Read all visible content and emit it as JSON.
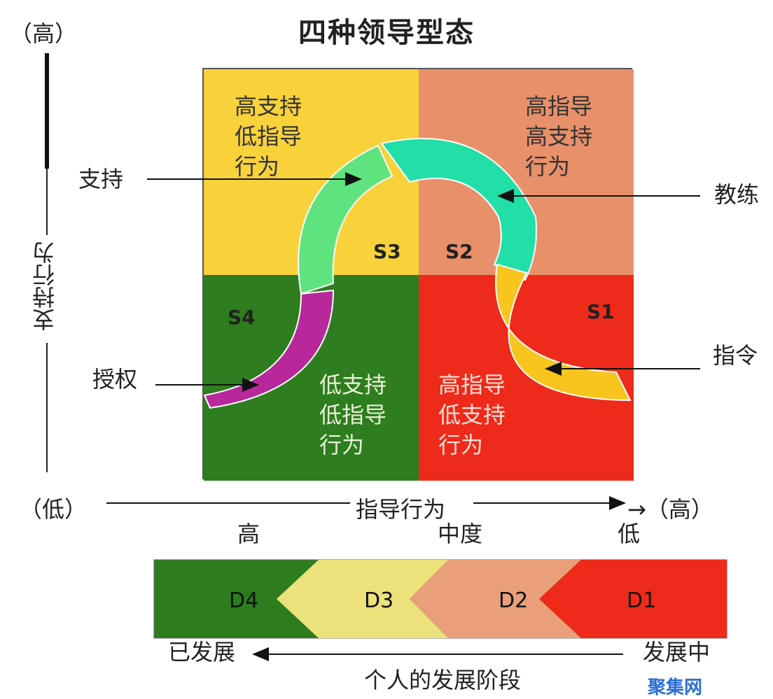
{
  "title": "四种领导型态",
  "y_axis": {
    "high": "（高）",
    "low": "（低）",
    "label": "支持行为"
  },
  "x_axis": {
    "label": "指导行为",
    "high": "→（高）"
  },
  "quadrants": {
    "s3": {
      "text": "高支持\n低指导\n行为",
      "code": "S3",
      "color": "#f8d23a"
    },
    "s2": {
      "text": "高指导\n高支持\n行为",
      "code": "S2",
      "color": "#e8906a"
    },
    "s4": {
      "text": "低支持\n低指导\n行为",
      "code": "S4",
      "color": "#2e7d1f"
    },
    "s1": {
      "text": "高指导\n低支持\n行为",
      "code": "S1",
      "color": "#ee2a1a"
    }
  },
  "arrows": {
    "support": "支持",
    "coach": "教练",
    "delegate": "授权",
    "direct": "指令"
  },
  "dev_levels": {
    "high": "高",
    "mid": "中度",
    "low": "低"
  },
  "dev_bar": [
    "D4",
    "D3",
    "D2",
    "D1"
  ],
  "dev_axis": {
    "left": "已发展",
    "right": "发展中",
    "label": "个人的发展阶段"
  },
  "watermark": "聚集网"
}
